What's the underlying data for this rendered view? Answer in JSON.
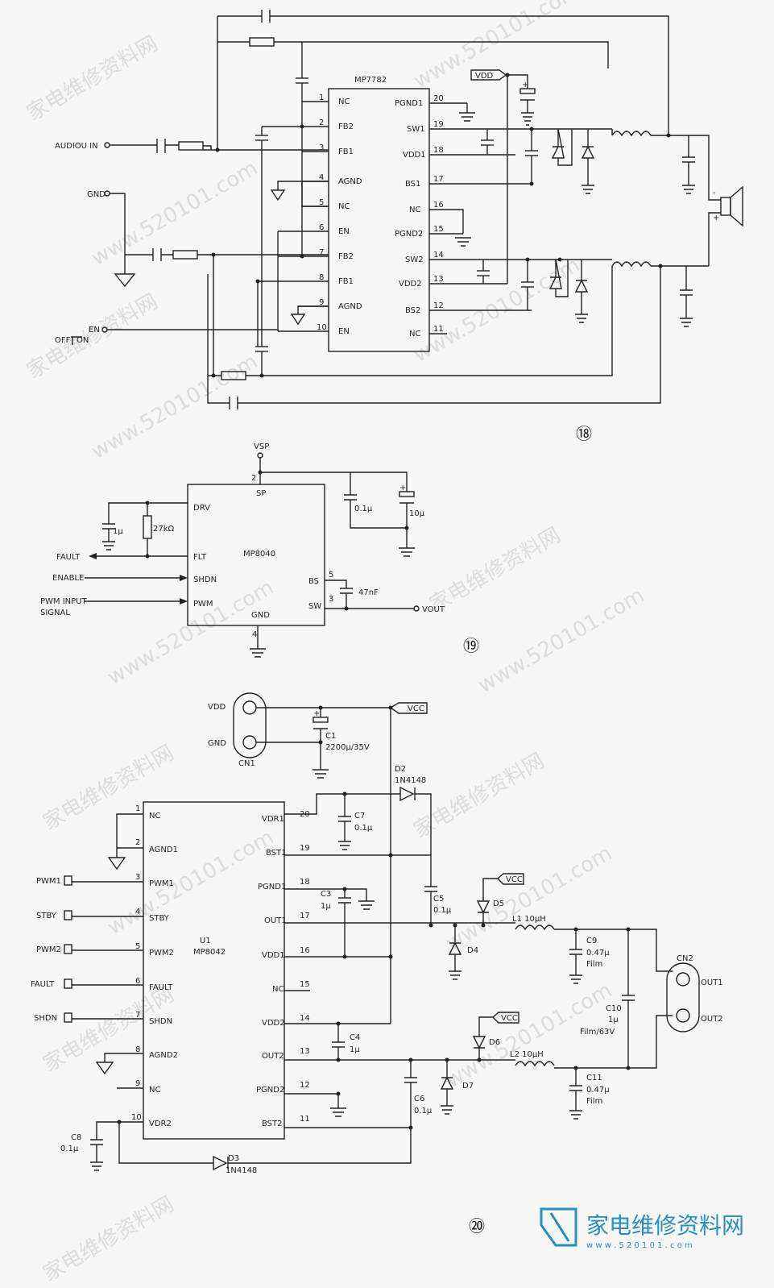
{
  "watermark": {
    "cn": "家电维修资料网",
    "url": "www.520101.com",
    "footer_cn": "家电维修资料网",
    "footer_url": "w w w . 5 2 0 1 0 1 . c o m"
  },
  "fig18": {
    "number": "⑱",
    "chip": "MP7782",
    "left_pins": [
      {
        "n": "1",
        "name": "NC"
      },
      {
        "n": "2",
        "name": "FB2"
      },
      {
        "n": "3",
        "name": "FB1"
      },
      {
        "n": "4",
        "name": "AGND"
      },
      {
        "n": "5",
        "name": "NC"
      },
      {
        "n": "6",
        "name": "EN"
      },
      {
        "n": "7",
        "name": "FB2"
      },
      {
        "n": "8",
        "name": "FB1"
      },
      {
        "n": "9",
        "name": "AGND"
      },
      {
        "n": "10",
        "name": "EN"
      }
    ],
    "right_pins": [
      {
        "n": "20",
        "name": "PGND1"
      },
      {
        "n": "19",
        "name": "SW1"
      },
      {
        "n": "18",
        "name": "VDD1"
      },
      {
        "n": "17",
        "name": "BS1"
      },
      {
        "n": "16",
        "name": "NC"
      },
      {
        "n": "15",
        "name": "PGND2"
      },
      {
        "n": "14",
        "name": "SW2"
      },
      {
        "n": "13",
        "name": "VDD2"
      },
      {
        "n": "12",
        "name": "BS2"
      },
      {
        "n": "11",
        "name": "NC"
      }
    ],
    "vdd_tag": "VDD",
    "audio_in": "AUDIOU IN",
    "gnd": "GND",
    "en": "EN",
    "off_label": "OFF",
    "on_label": "ON",
    "minus": "-",
    "plus": "+"
  },
  "fig19": {
    "number": "⑲",
    "chip": "MP8040",
    "vsp": "VSP",
    "pin_sp": "SP",
    "pin_sp_n": "2",
    "pin_drv": "DRV",
    "pin_flt": "FLT",
    "pin_shdn": "SHDN",
    "pin_pwm": "PWM",
    "pin_bs": "BS",
    "pin_bs_n": "5",
    "pin_sw": "SW",
    "pin_sw_n": "3",
    "pin_gnd": "GND",
    "pin_gnd_n": "4",
    "c_drv": "1μ",
    "r_drv": "27kΩ",
    "c_sp1": "0.1μ",
    "c_sp2": "10μ",
    "c_bs": "47nF",
    "fault": "FAULT",
    "enable": "ENABLE",
    "pwm_input": "PWM INPUT",
    "signal": "SIGNAL",
    "vout": "VOUT"
  },
  "fig20": {
    "number": "⑳",
    "chip_ref": "U1",
    "chip": "MP8042",
    "left_pins": [
      {
        "n": "1",
        "name": "NC"
      },
      {
        "n": "2",
        "name": "AGND1"
      },
      {
        "n": "3",
        "name": "PWM1"
      },
      {
        "n": "4",
        "name": "STBY"
      },
      {
        "n": "5",
        "name": "PWM2"
      },
      {
        "n": "6",
        "name": "FAULT"
      },
      {
        "n": "7",
        "name": "SHDN"
      },
      {
        "n": "8",
        "name": "AGND2"
      },
      {
        "n": "9",
        "name": "NC"
      },
      {
        "n": "10",
        "name": "VDR2"
      }
    ],
    "right_pins": [
      {
        "n": "20",
        "name": "VDR1"
      },
      {
        "n": "19",
        "name": "BST1"
      },
      {
        "n": "18",
        "name": "PGND1"
      },
      {
        "n": "17",
        "name": "OUT1"
      },
      {
        "n": "16",
        "name": "VDD1"
      },
      {
        "n": "15",
        "name": "NC"
      },
      {
        "n": "14",
        "name": "VDD2"
      },
      {
        "n": "13",
        "name": "OUT2"
      },
      {
        "n": "12",
        "name": "PGND2"
      },
      {
        "n": "11",
        "name": "BST2"
      }
    ],
    "inputs": [
      "PWM1",
      "STBY",
      "PWM2",
      "FAULT",
      "SHDN"
    ],
    "vdd": "VDD",
    "gnd": "GND",
    "cn1": "CN1",
    "vcc": "VCC",
    "c1": "C1",
    "c1_val": "2200μ/35V",
    "d2": "D2",
    "d2_val": "1N4148",
    "c7": "C7",
    "c7_val": "0.1μ",
    "c3": "C3",
    "c3_val": "1μ",
    "c5": "C5",
    "c5_val": "0.1μ",
    "d5": "D5",
    "d4": "D4",
    "l1": "L1 10μH",
    "c9": "C9",
    "c9_val": "0.47μ",
    "c9_type": "Film",
    "c10": "C10",
    "c10_val": "1μ",
    "c10_type": "Film/63V",
    "cn2": "CN2",
    "out1": "OUT1",
    "out2": "OUT2",
    "c4": "C4",
    "c4_val": "1μ",
    "d6": "D6",
    "d7": "D7",
    "l2": "L2 10μH",
    "c11": "C11",
    "c11_val": "0.47μ",
    "c11_type": "Film",
    "c6": "C6",
    "c6_val": "0.1μ",
    "c8": "C8",
    "c8_val": "0.1μ",
    "d3": "D3",
    "d3_val": "1N4148"
  }
}
